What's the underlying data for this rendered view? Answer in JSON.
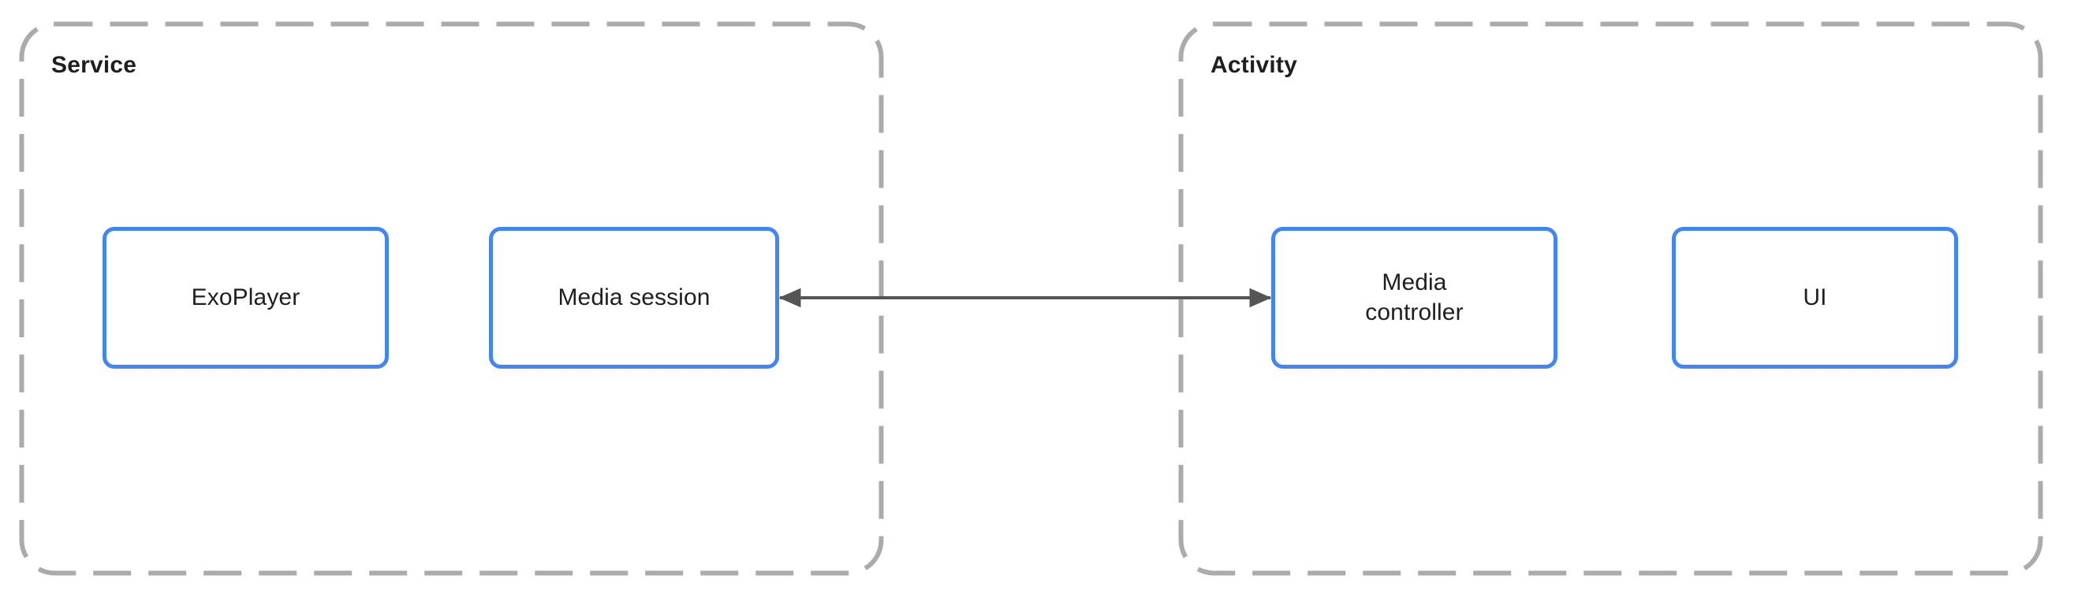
{
  "diagram": {
    "title": "Media session and media controller across Service and Activity",
    "background_color": "#ffffff",
    "accent_color": "#4285f4",
    "group_border_color": "#ababab",
    "connector_color": "#555555",
    "text_color": "#1f1f1f"
  },
  "groups": [
    {
      "id": "service",
      "label": "Service",
      "nodes": [
        {
          "id": "exoplayer",
          "label": "ExoPlayer"
        },
        {
          "id": "media-session",
          "label": "Media session"
        }
      ]
    },
    {
      "id": "activity",
      "label": "Activity",
      "nodes": [
        {
          "id": "media-controller",
          "label": "Media\ncontroller"
        },
        {
          "id": "ui",
          "label": "UI"
        }
      ]
    }
  ],
  "connectors": [
    {
      "id": "session-controller-link",
      "from": "media-session",
      "to": "media-controller",
      "label": "",
      "arrowheads": "both",
      "style": "solid"
    }
  ]
}
